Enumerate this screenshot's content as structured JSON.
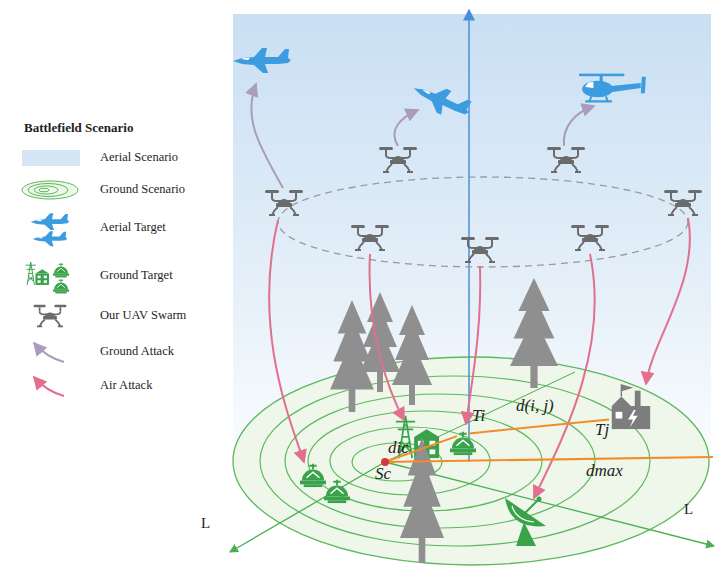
{
  "diagram": {
    "nodes": [
      {
        "text": [
          "Sc"
        ]
      },
      {
        "text": [
          "Ti"
        ]
      },
      {
        "text": [
          "Tj"
        ]
      }
    ],
    "edges": [
      {
        "from": 0,
        "to": 1,
        "label": "dic",
        "arrow": "none"
      },
      {
        "from": 1,
        "to": 2,
        "label": "d(i, j)",
        "arrow": "none"
      }
    ],
    "labels": [
      "Battlefield Scenario",
      "dmax",
      "L",
      "L"
    ],
    "legend": [
      {
        "text": "Aerial Scenario",
        "color": "#d4e6f6"
      },
      {
        "text": "Ground Scenario"
      },
      {
        "text": "Aerial Target"
      },
      {
        "text": "Ground Target"
      },
      {
        "text": "Our UAV Swarm"
      },
      {
        "text": "Ground Attack"
      },
      {
        "text": "Air Attack"
      }
    ]
  }
}
